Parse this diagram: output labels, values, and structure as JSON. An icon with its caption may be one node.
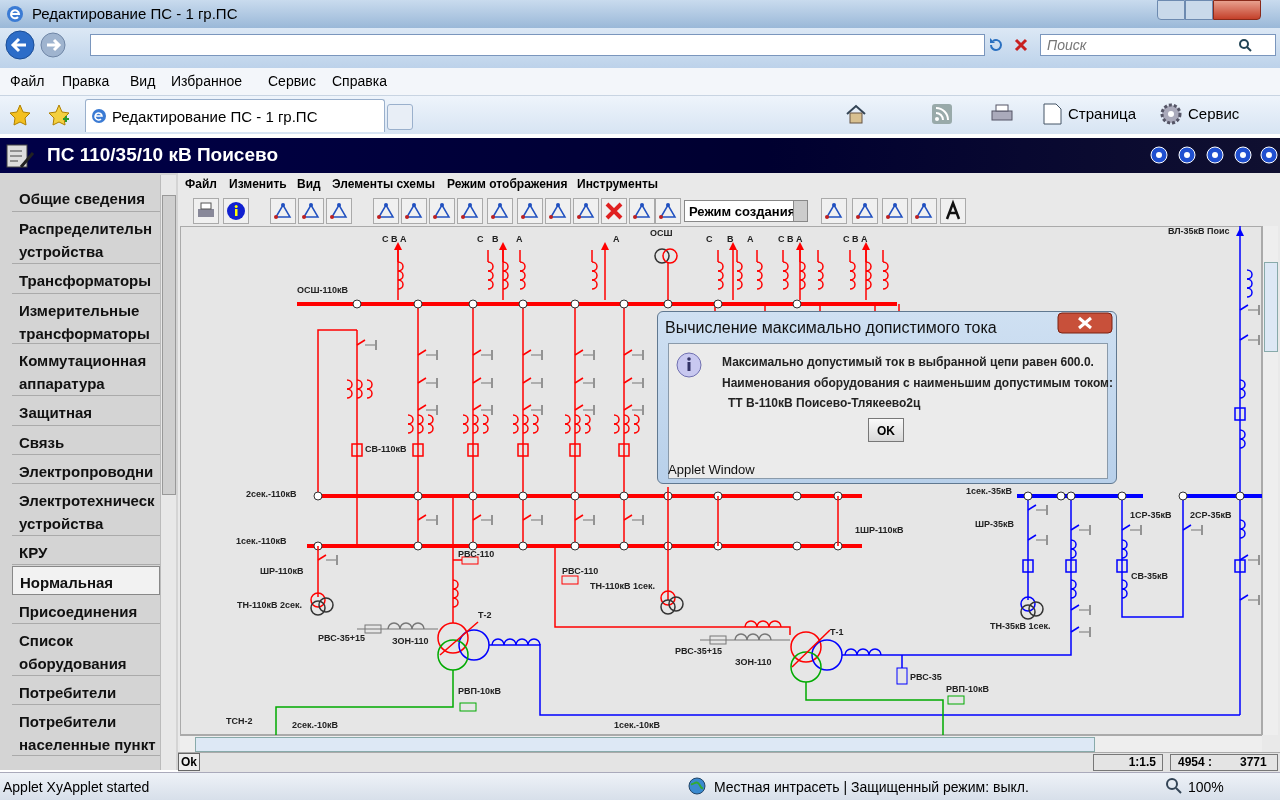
{
  "diagram": {
    "title": "ПС 110/35/10 кВ Поисево",
    "labels": [
      "Редактирование ПС - 1 гр.ПС",
      "Поиск",
      "Файл",
      "Правка",
      "Вид",
      "Избранное",
      "Сервис",
      "Справка",
      "Редактирование ПС - 1 гр.ПС",
      "Страница",
      "Сервис",
      "Общие сведения",
      "Распределительн устройства",
      "Трансформаторы",
      "Измерительные трансформаторы",
      "Коммутационная аппаратура",
      "Защитная аппарату",
      "Связь",
      "Электропроводни",
      "Электротехническ устройства",
      "КРУ",
      "Нормальная схема",
      "Присоединения",
      "Список оборудования",
      "Потребители",
      "Потребители населенные пункт",
      "Файл",
      "Изменить",
      "Вид",
      "Элементы схемы",
      "Режим отображения",
      "Инструменты",
      "Режим создания",
      "С В А",
      "С",
      "В",
      "А",
      "А",
      "ОСШ",
      "С",
      "В",
      "А",
      "С В А",
      "С В А",
      "ВЛ-35кВ Поис",
      "ОСШ-110кВ",
      "СВ-110кВ",
      "2сек.-110кВ",
      "1сек.-110кВ",
      "1ШР-110кВ",
      "ШР-110кВ",
      "РВС-110",
      "РВС-110",
      "ТН-110кВ 2сек.",
      "ТН-110кВ 1сек.",
      "Т-2",
      "РВС-35+15",
      "ЗОН-110",
      "РВП-10кВ",
      "ТСН-2",
      "2сек.-10кВ",
      "1сек.-10кВ",
      "Т-1",
      "РВС-35+15",
      "ЗОН-110",
      "РВС-35",
      "РВП-10кВ",
      "1сек.-35кВ",
      "ШР-35кВ",
      "1СР-35кВ",
      "2СР-35кВ",
      "СВ-35кВ",
      "ТН-35кВ 1сек.",
      "Вычисление максимально допистимого тока",
      "Максимально допустимый ток в выбранной цепи равен 600.0.",
      "Наименования оборудования с наименьшим допустимым током:",
      "ТТ В-110кВ Поисево-Тлякеево2ц",
      "OK",
      "Applet Window",
      "Ok",
      "1:1.5",
      "4954 :",
      "3771",
      "Applet XyApplet started",
      "Местная интрасеть | Защищенный режим: выкл.",
      "100%"
    ]
  }
}
